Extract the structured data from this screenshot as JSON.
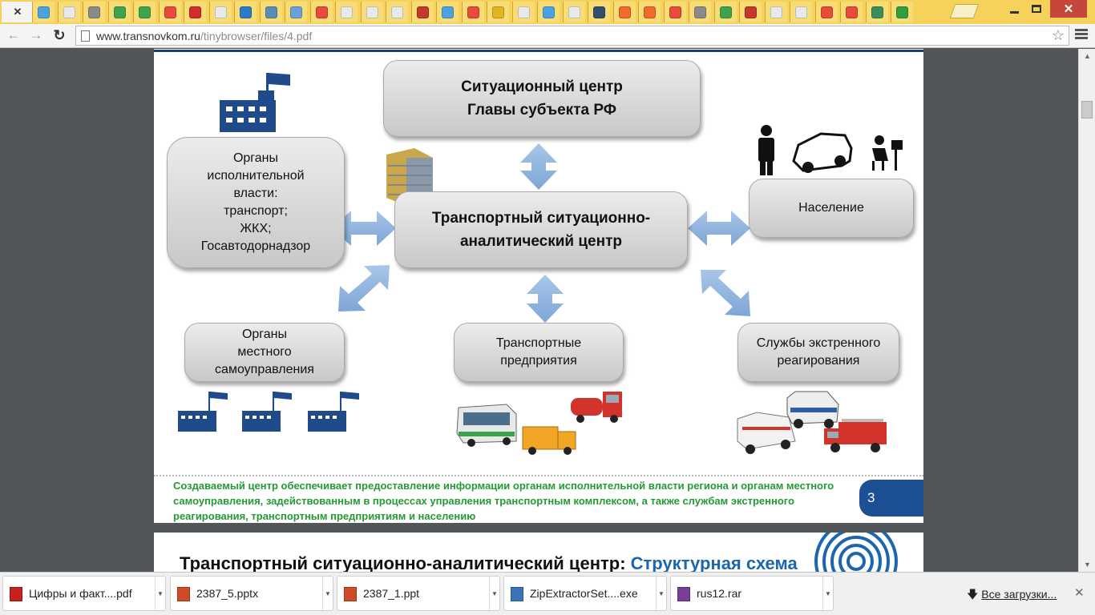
{
  "browser": {
    "tabs": [
      {
        "icon": "close-icon",
        "active": true
      },
      {
        "icon": "cb-icon",
        "color": "#4aa3df"
      },
      {
        "icon": "document-icon",
        "color": "#e9e9e9"
      },
      {
        "icon": "window-icon",
        "color": "#8a8a8a"
      },
      {
        "icon": "green-circle-icon",
        "color": "#3fa34d"
      },
      {
        "icon": "green-circle-icon",
        "color": "#3fa34d"
      },
      {
        "icon": "yandex-icon",
        "color": "#e84a3b"
      },
      {
        "icon": "opera-icon",
        "color": "#d22c2c"
      },
      {
        "icon": "wiki-icon",
        "color": "#e9e9e9"
      },
      {
        "icon": "globe-icon",
        "color": "#2c79c9"
      },
      {
        "icon": "globe-icon",
        "color": "#5a8db5"
      },
      {
        "icon": "snowflake-icon",
        "color": "#6aa0d8"
      },
      {
        "icon": "yandex-icon",
        "color": "#e84a3b"
      },
      {
        "icon": "document-icon",
        "color": "#e9e9e9"
      },
      {
        "icon": "document-icon",
        "color": "#e9e9e9"
      },
      {
        "icon": "document-icon",
        "color": "#e9e9e9"
      },
      {
        "icon": "wheel-icon",
        "color": "#c3372c"
      },
      {
        "icon": "cb-icon",
        "color": "#4aa3df"
      },
      {
        "icon": "yandex-icon",
        "color": "#e84a3b"
      },
      {
        "icon": "grid-icon",
        "color": "#e2b520"
      },
      {
        "icon": "document-icon",
        "color": "#e9e9e9"
      },
      {
        "icon": "cb-icon",
        "color": "#4aa3df"
      },
      {
        "icon": "document-icon",
        "color": "#e9e9e9"
      },
      {
        "icon": "terminal-icon",
        "color": "#31506e"
      },
      {
        "icon": "orange-circle-icon",
        "color": "#ef6a2b"
      },
      {
        "icon": "orange-circle-icon",
        "color": "#ef6a2b"
      },
      {
        "icon": "yandex-icon",
        "color": "#e84a3b"
      },
      {
        "icon": "mail-icon",
        "color": "#8a8a8a"
      },
      {
        "icon": "green-circle-icon",
        "color": "#3fa34d"
      },
      {
        "icon": "emblem-icon",
        "color": "#c3372c"
      },
      {
        "icon": "document-icon",
        "color": "#e9e9e9"
      },
      {
        "icon": "document-icon",
        "color": "#e9e9e9"
      },
      {
        "icon": "yandex-icon",
        "color": "#e84a3b"
      },
      {
        "icon": "yandex-icon",
        "color": "#e84a3b"
      },
      {
        "icon": "triangle-icon",
        "color": "#3c8d5a"
      },
      {
        "icon": "green-square-icon",
        "color": "#2f9e3f"
      }
    ],
    "url_host": "www.transnovkom.ru",
    "url_path": "/tinybrowser/files/4.pdf"
  },
  "slide": {
    "center_top": [
      "Ситуационный центр",
      "Главы субъекта РФ"
    ],
    "center_main": [
      "Транспортный ситуационно-",
      "аналитический центр"
    ],
    "left_top": [
      "Органы",
      "исполнительной",
      "власти:",
      "транспорт;",
      "ЖКХ;",
      "Госавтодорнадзор"
    ],
    "right_top": "Население",
    "bottom_left": [
      "Органы",
      "местного",
      "самоуправления"
    ],
    "bottom_center": [
      "Транспортные",
      "предприятия"
    ],
    "bottom_right": [
      "Службы экстренного",
      "реагирования"
    ],
    "footer": "Создаваемый центр обеспечивает предоставление информации органам исполнительной власти региона и органам местного самоуправления, задействованным в процессах управления транспортным комплексом, а также службам экстренного реагирования, транспортным предприятиям и населению",
    "page_number": "3",
    "accent_color": "#1c4f94",
    "footer_color": "#249a34",
    "arrow_color": "#8fb4de"
  },
  "next_slide": {
    "title_main": "Транспортный ситуационно-аналитический центр: ",
    "title_accent": "Структурная схема"
  },
  "downloads": {
    "items": [
      {
        "name": "Цифры и факт....pdf",
        "icon": "pdf-icon",
        "color": "#c8201c"
      },
      {
        "name": "2387_5.pptx",
        "icon": "pptx-icon",
        "color": "#d04a26"
      },
      {
        "name": "2387_1.ppt",
        "icon": "ppt-icon",
        "color": "#d04a26"
      },
      {
        "name": "ZipExtractorSet....exe",
        "icon": "exe-icon",
        "color": "#3a74b8"
      },
      {
        "name": "rus12.rar",
        "icon": "rar-icon",
        "color": "#7a3d9a"
      }
    ],
    "all_label": "Все загрузки..."
  }
}
